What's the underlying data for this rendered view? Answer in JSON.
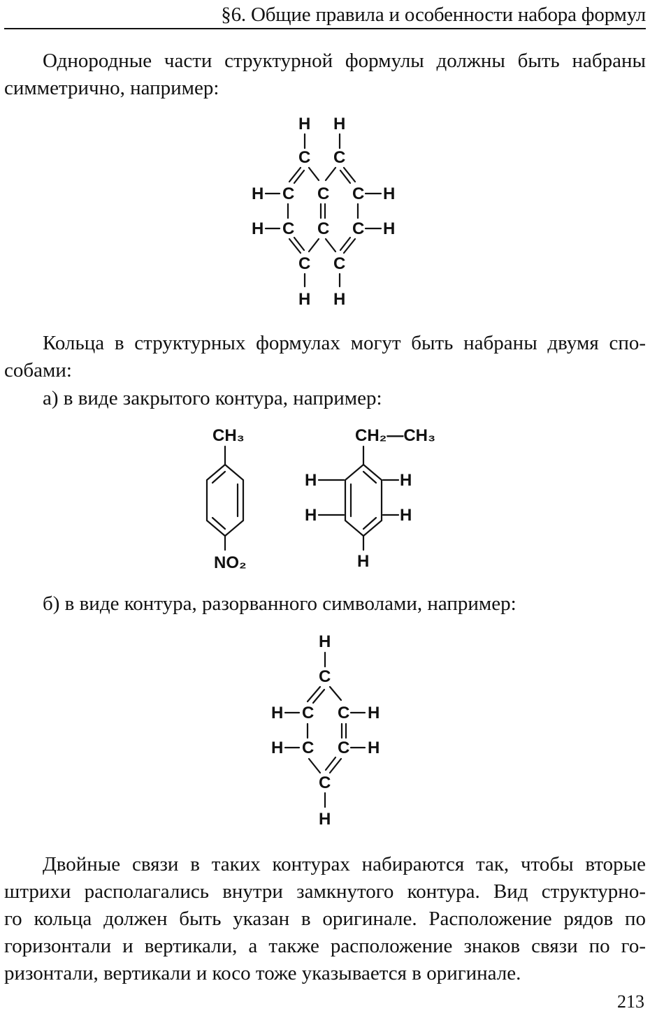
{
  "running_head": "§6. Общие правила и особенности набора формул",
  "paragraphs": {
    "p1_line1": "Однородные части структурной формулы должны быть набраны",
    "p1_line2": "симметрично, например:",
    "p2_line1": "Кольца в структурных формулах могут быть набраны двумя спо-",
    "p2_line2": "собами:",
    "item_a": "а) в виде закрытого контура, например:",
    "item_b": "б) в виде контура, разорванного символами, например:",
    "p3_line1": "Двойные связи в таких контурах набираются так, чтобы вторые",
    "p3_line2": "штрихи располагались внутри замкнутого контура. Вид структурно-",
    "p3_line3": "го кольца должен быть указан в оригинале. Расположение рядов по",
    "p3_line4": "горизонтали и вертикали, а также расположение знаков связи по го-",
    "p3_line5": "ризонтали, вертикали и косо тоже указывается в оригинале."
  },
  "formulas": {
    "atom_h": "H",
    "atom_c": "C",
    "toluene_top": "CH₃",
    "nitro_group": "NO₂",
    "ethyl_group": "CH₂—CH₃"
  },
  "page_number": "213"
}
